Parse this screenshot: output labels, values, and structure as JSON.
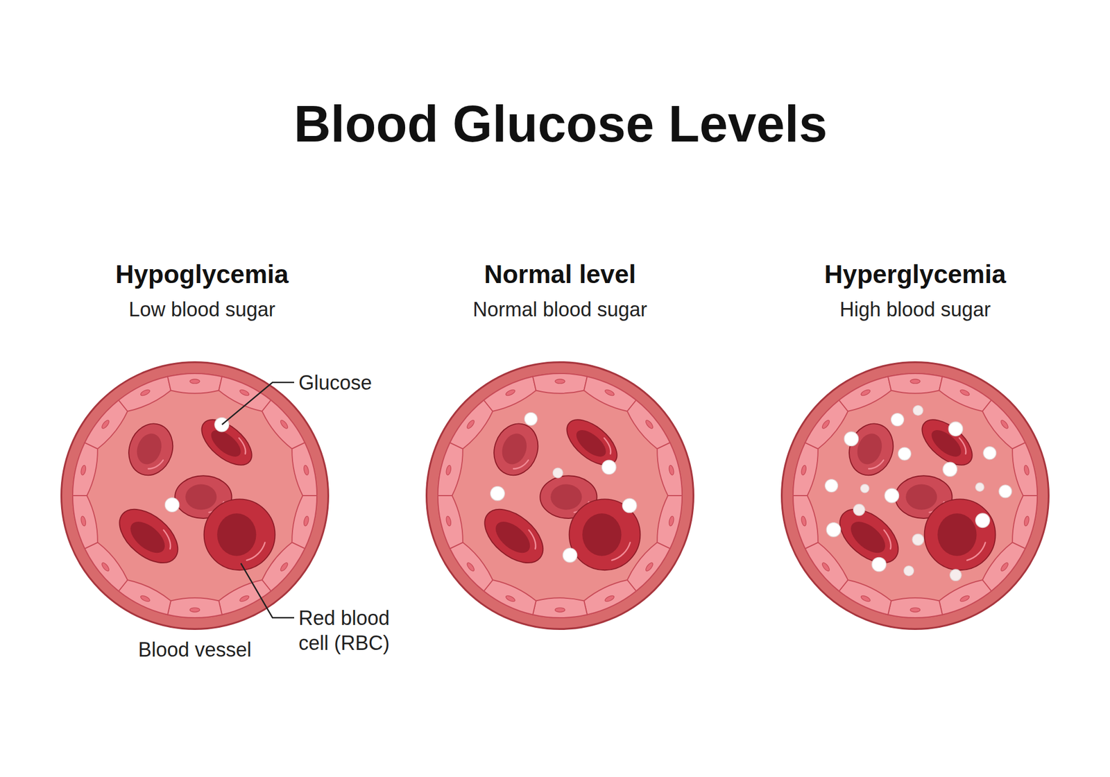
{
  "diagram": {
    "title": "Blood Glucose Levels",
    "nodes": [
      {
        "text": [
          "Hypoglycemia",
          "Low blood sugar"
        ]
      },
      {
        "text": [
          "Normal level",
          "Normal blood sugar"
        ]
      },
      {
        "text": [
          "Hyperglycemia",
          "High blood sugar"
        ]
      }
    ],
    "labels": [
      "Glucose",
      "Red blood cell (RBC)",
      "Blood vessel"
    ]
  }
}
